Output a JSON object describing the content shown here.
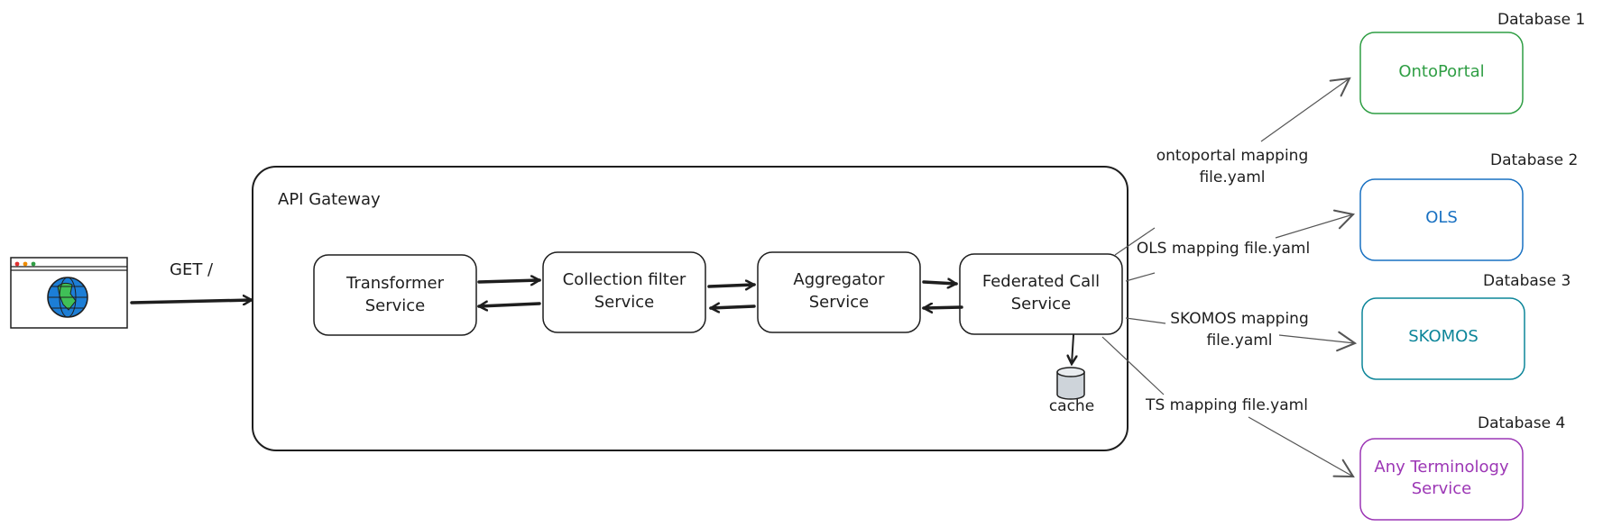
{
  "gateway": {
    "title": "API Gateway"
  },
  "client": {
    "request_label": "GET /"
  },
  "services": {
    "transformer": "Transformer\nService",
    "collection_filter": "Collection filter\nService",
    "aggregator": "Aggregator\nService",
    "federated": "Federated Call\nService"
  },
  "cache": {
    "label": "cache"
  },
  "mappings": {
    "ontoportal": "ontoportal mapping\nfile.yaml",
    "ols": "OLS mapping file.yaml",
    "skomos": "SKOMOS mapping\nfile.yaml",
    "ts": "TS mapping file.yaml"
  },
  "databases": [
    {
      "heading": "Database 1",
      "name": "OntoPortal",
      "color": "#2f9e44"
    },
    {
      "heading": "Database 2",
      "name": "OLS",
      "color": "#1971c2"
    },
    {
      "heading": "Database 3",
      "name": "SKOMOS",
      "color": "#0c8599"
    },
    {
      "heading": "Database 4",
      "name": "Any Terminology\nService",
      "color": "#9c36b5"
    }
  ],
  "colors": {
    "stroke": "#1e1e1e",
    "line": "#555555",
    "globe": "#1c7ed6",
    "land": "#40c057"
  }
}
